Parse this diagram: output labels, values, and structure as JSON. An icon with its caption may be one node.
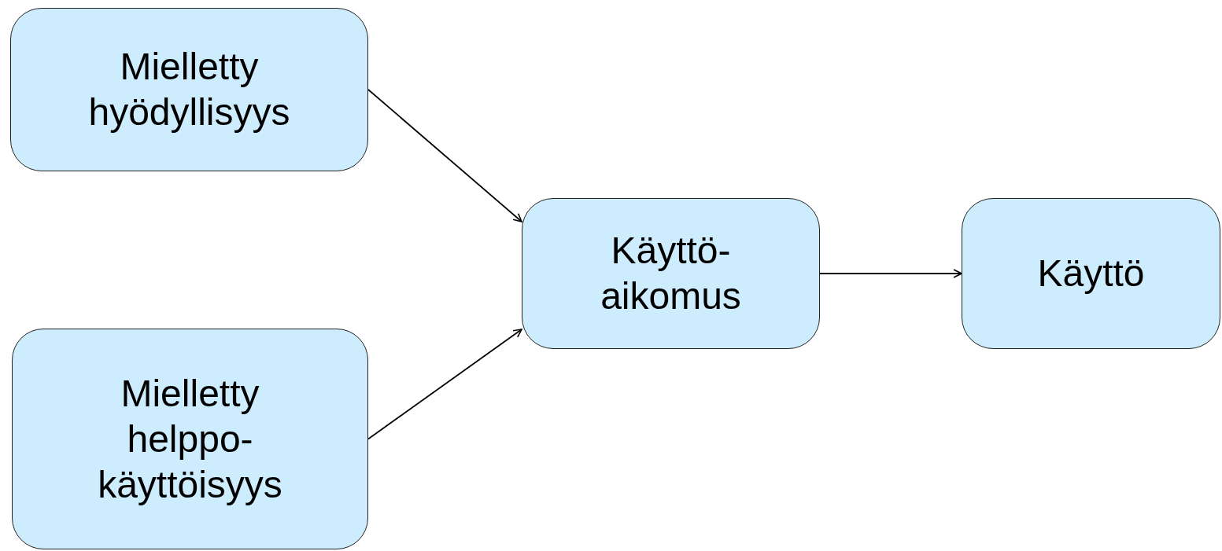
{
  "diagram": {
    "nodes": [
      {
        "text": [
          "Mielletty hyödyllisyys"
        ]
      },
      {
        "text": [
          "Mielletty helppo- käyttöisyys"
        ]
      },
      {
        "text": [
          "Käyttö- aikomus"
        ]
      },
      {
        "text": [
          "Käyttö"
        ]
      }
    ],
    "edges": [
      {
        "from": 0,
        "to": 2,
        "arrow": "to"
      },
      {
        "from": 1,
        "to": 2,
        "arrow": "to"
      },
      {
        "from": 2,
        "to": 3,
        "arrow": "to"
      }
    ]
  }
}
